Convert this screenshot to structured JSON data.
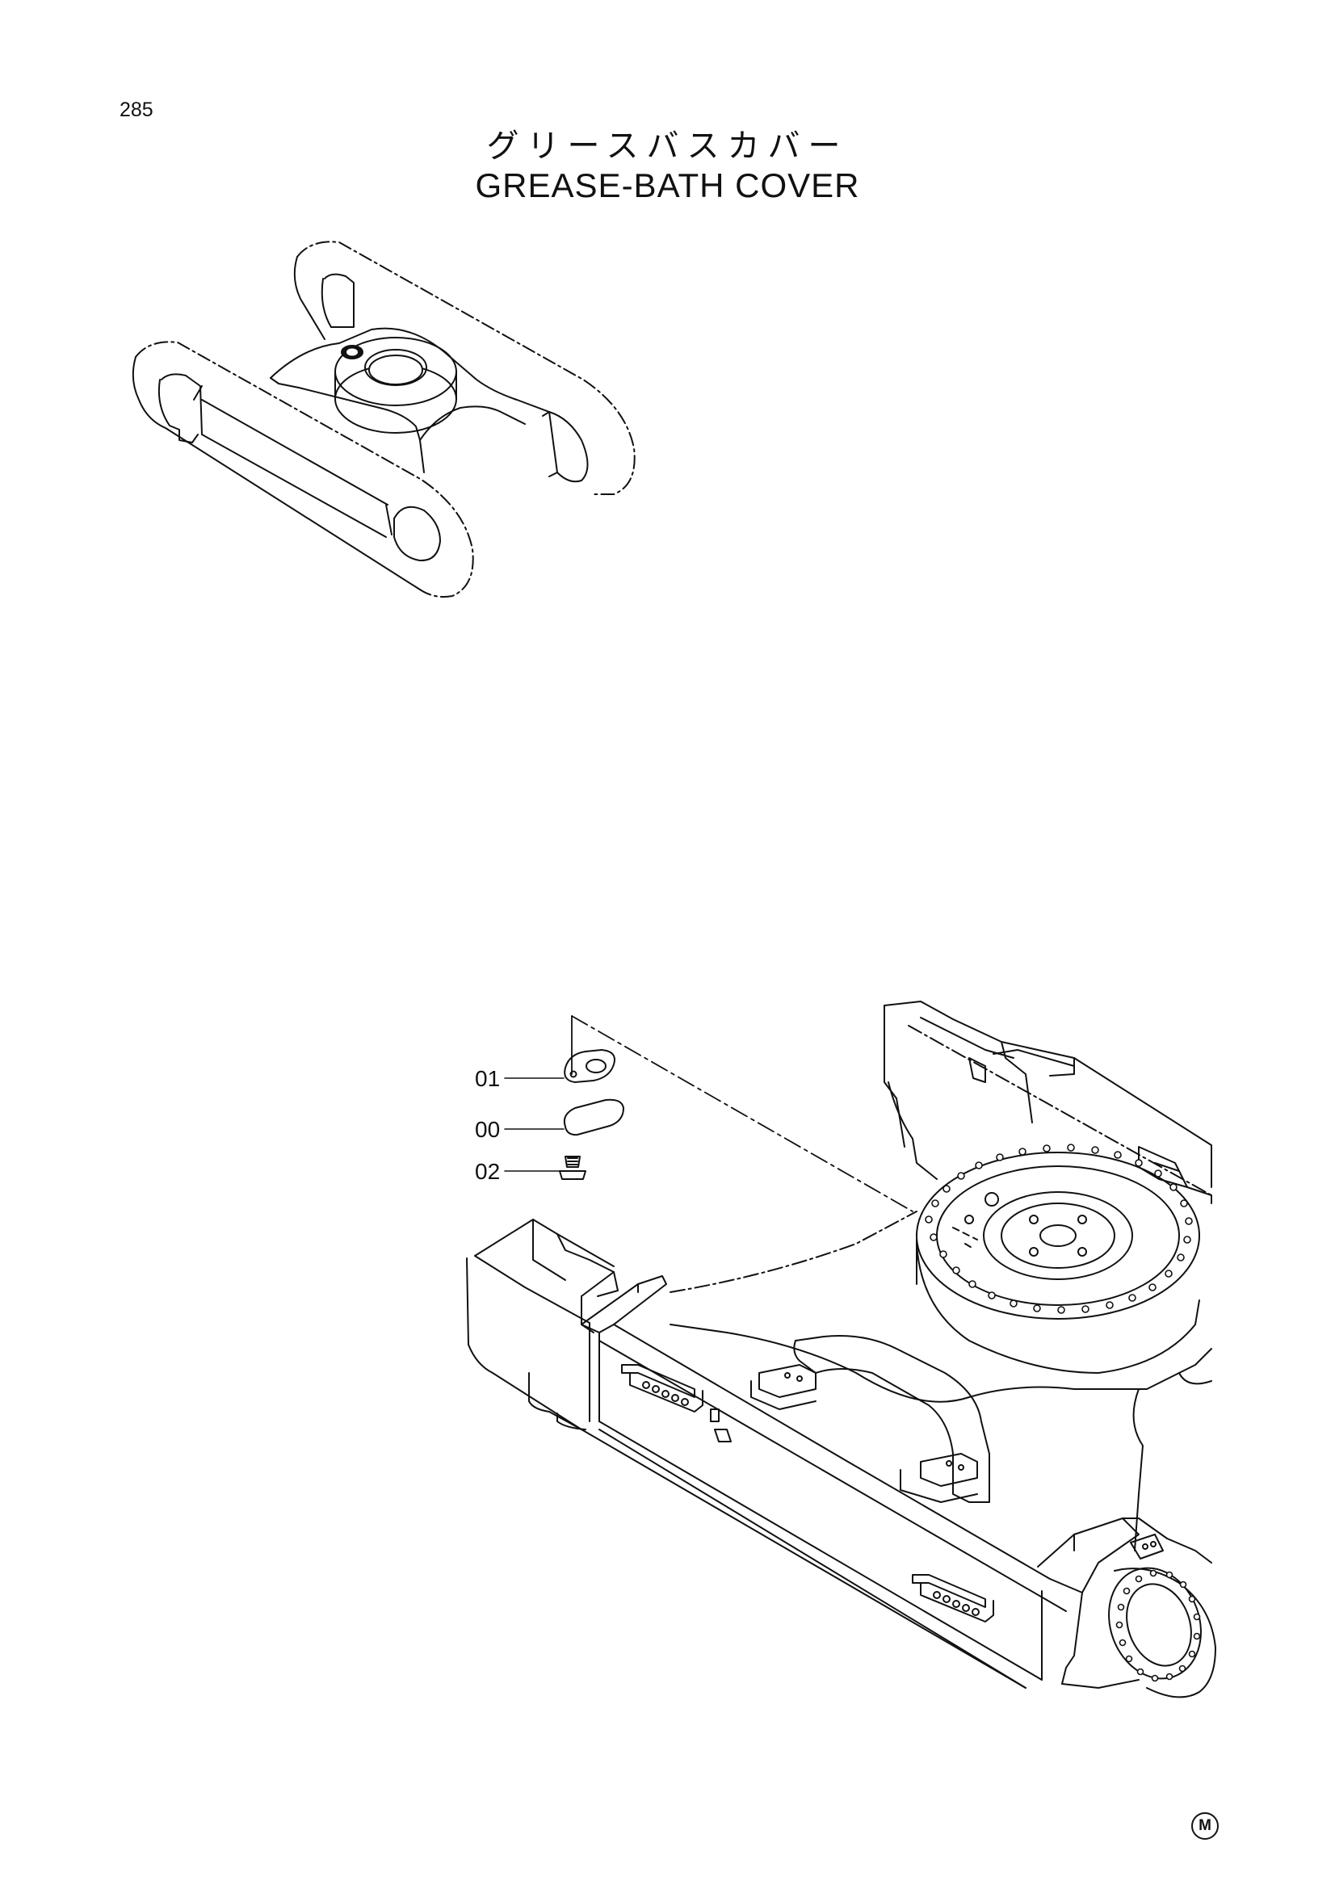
{
  "page": {
    "number": "285"
  },
  "title": {
    "japanese": "グリースバスカバー",
    "english": "GREASE-BATH COVER"
  },
  "callouts": [
    {
      "label": "01",
      "part": "gasket"
    },
    {
      "label": "00",
      "part": "cover"
    },
    {
      "label": "02",
      "part": "bolt"
    }
  ],
  "corner_mark": "M",
  "colors": {
    "line": "#111111",
    "background": "#ffffff"
  },
  "icons": [
    "overview-undercarriage-drawing",
    "detail-track-frame-drawing",
    "circled-m-icon"
  ]
}
